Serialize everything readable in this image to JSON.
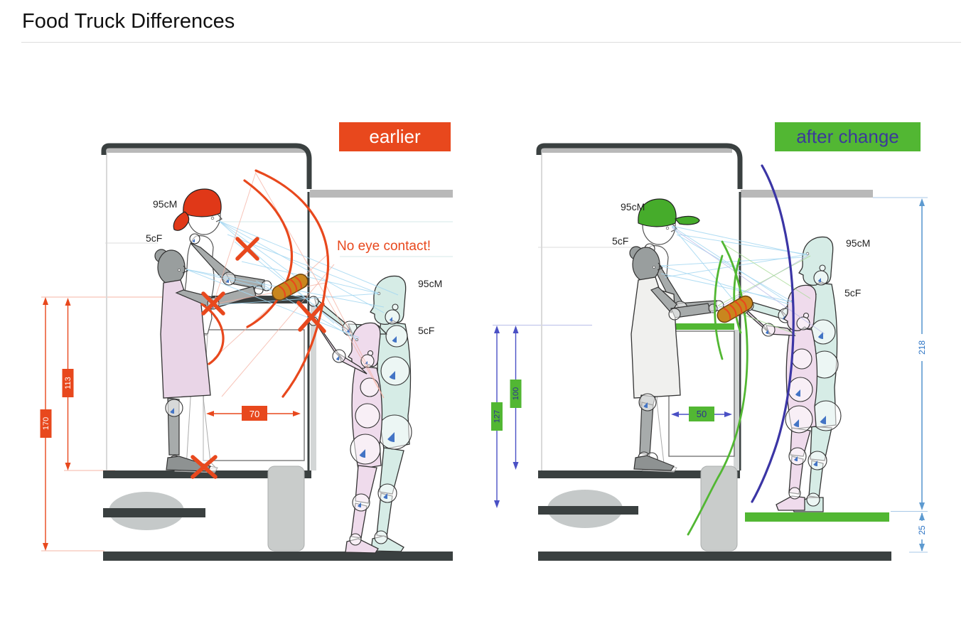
{
  "title": "Food Truck Differences",
  "left": {
    "badge": "earlier",
    "note": "No eye contact!",
    "server_male": "95cM",
    "server_female": "5cF",
    "customer_male": "95cM",
    "customer_female": "5cF",
    "dim_ground_to_counter": "170",
    "dim_floor_to_counter": "113",
    "dim_counter_depth": "70",
    "accent": "#E8481D",
    "badge_text_color": "#FFFFFF"
  },
  "right": {
    "badge": "after change",
    "server_male": "95cM",
    "server_female": "5cF",
    "customer_male": "95cM",
    "customer_female": "5cF",
    "dim_ground_to_counter": "127",
    "dim_floor_to_counter": "100",
    "dim_counter_depth": "50",
    "dim_overall_height": "218",
    "dim_platform_height": "25",
    "accent": "#52B733",
    "badge_text_color": "#3B3A9A",
    "dim_arrow_color": "#4A50C5",
    "blue_dim_color": "#5D9AD0",
    "arc_color": "#3B35A5"
  }
}
